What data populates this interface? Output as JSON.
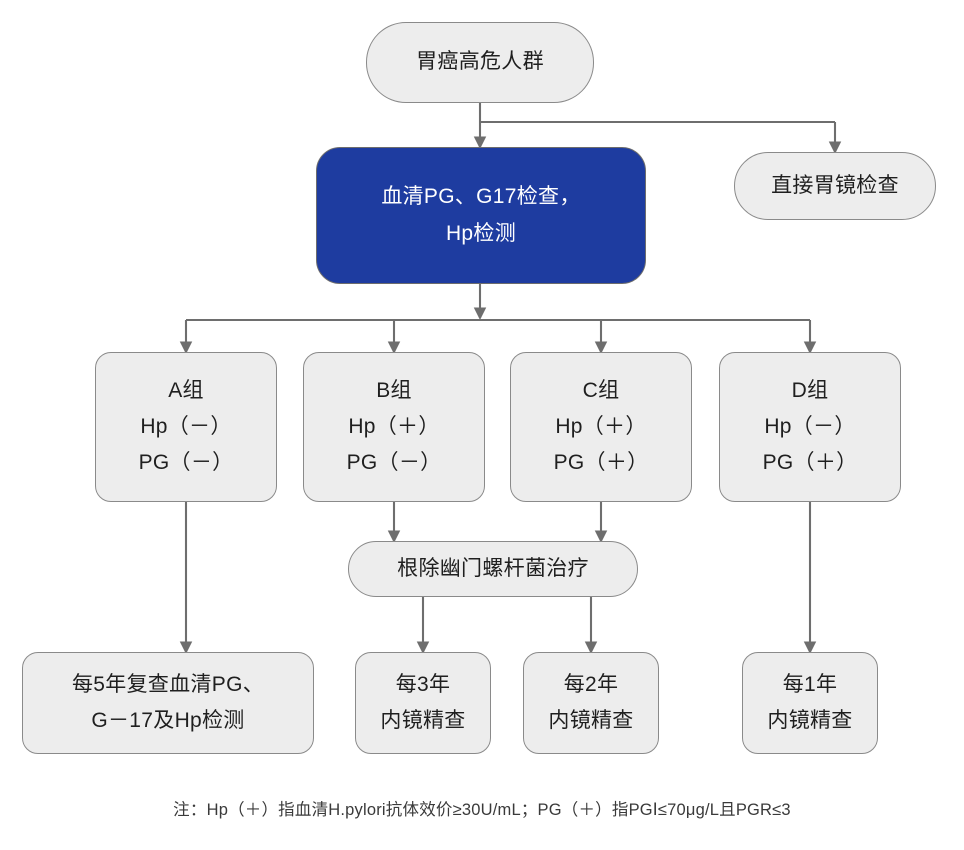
{
  "diagram": {
    "title_node": {
      "text": "胃癌高危人群"
    },
    "nodes": {
      "population": {
        "label": "胃癌高危人群"
      },
      "serum_test": {
        "line1": "血清PG、G17检查，",
        "line2": "Hp检测"
      },
      "direct_endoscopy": {
        "label": "直接胃镜检查"
      },
      "group_a": {
        "name": "A组",
        "hp": "Hp（－）",
        "pg": "PG（－）"
      },
      "group_b": {
        "name": "B组",
        "hp": "Hp（＋）",
        "pg": "PG（－）"
      },
      "group_c": {
        "name": "C组",
        "hp": "Hp（＋）",
        "pg": "PG（＋）"
      },
      "group_d": {
        "name": "D组",
        "hp": "Hp（－）",
        "pg": "PG（＋）"
      },
      "eradication": {
        "label": "根除幽门螺杆菌治疗"
      },
      "followup_a": {
        "line1": "每5年复查血清PG、",
        "line2": "G－17及Hp检测"
      },
      "followup_b": {
        "line1": "每3年",
        "line2": "内镜精查"
      },
      "followup_c": {
        "line1": "每2年",
        "line2": "内镜精查"
      },
      "followup_d": {
        "line1": "每1年",
        "line2": "内镜精查"
      }
    },
    "footnote": "注：Hp（＋）指血清H.pylori抗体效价≥30U/mL；PG（＋）指PGⅠ≤70μg/L且PGR≤3",
    "colors": {
      "accent": "#1e3ca0",
      "node_fill": "#ededed",
      "node_border": "#8a8a8a",
      "edge": "#6e6e6e",
      "text": "#1f1f1f",
      "accent_text": "#ffffff",
      "background": "#ffffff"
    }
  }
}
